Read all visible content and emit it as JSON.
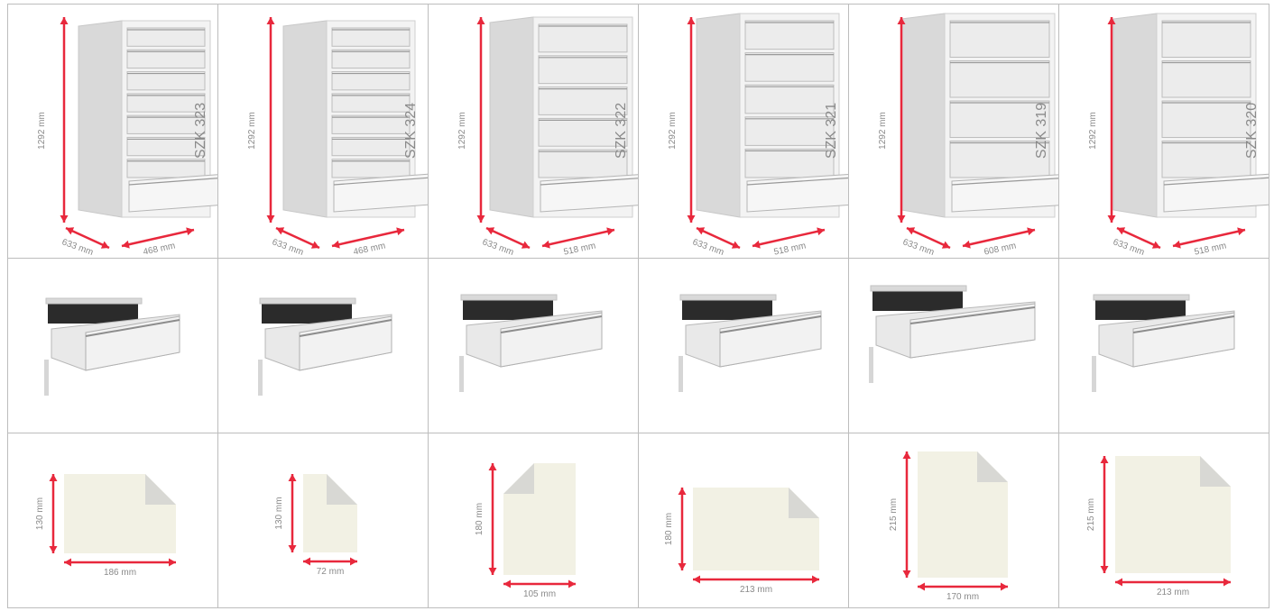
{
  "colors": {
    "arrow": "#e8283c",
    "paper": "#f2f1e4",
    "paper_fold": "#d8d8d4",
    "cabinet_front": "#ececec",
    "cabinet_side": "#d9d9d9",
    "grid_line": "#bdbdbd",
    "label": "#8a8a8a"
  },
  "cabinets": [
    {
      "model": "SZK 323",
      "height": "1292 mm",
      "depth": "633 mm",
      "width": "468 mm",
      "drawers": 8,
      "card_width": "186 mm",
      "card_height": "130 mm"
    },
    {
      "model": "SZK 324",
      "height": "1292 mm",
      "depth": "633 mm",
      "width": "468 mm",
      "drawers": 8,
      "card_width": "72 mm",
      "card_height": "130 mm"
    },
    {
      "model": "SZK 322",
      "height": "1292 mm",
      "depth": "633 mm",
      "width": "518 mm",
      "drawers": 6,
      "card_width": "105 mm",
      "card_height": "180 mm"
    },
    {
      "model": "SZK 321",
      "height": "1292 mm",
      "depth": "633 mm",
      "width": "518 mm",
      "drawers": 6,
      "card_width": "213 mm",
      "card_height": "180 mm"
    },
    {
      "model": "SZK 319",
      "height": "1292 mm",
      "depth": "633 mm",
      "width": "608 mm",
      "drawers": 5,
      "card_width": "170 mm",
      "card_height": "215 mm"
    },
    {
      "model": "SZK 320",
      "height": "1292 mm",
      "depth": "633 mm",
      "width": "518 mm",
      "drawers": 5,
      "card_width": "213 mm",
      "card_height": "215 mm"
    }
  ]
}
